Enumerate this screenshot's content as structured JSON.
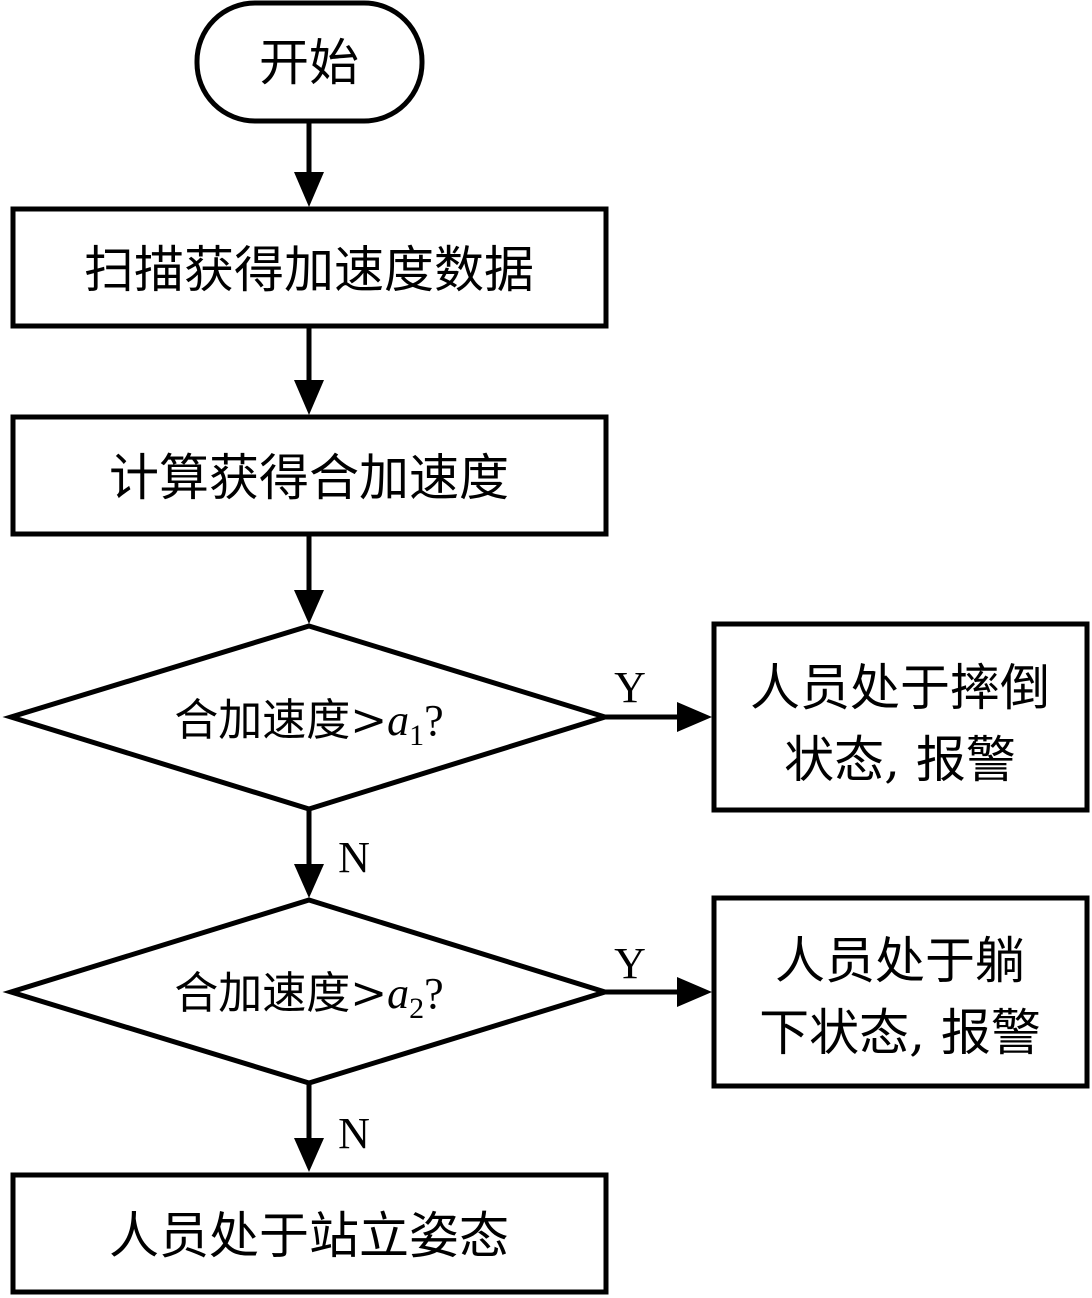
{
  "diagram": {
    "nodes": {
      "start": {
        "text": "开始"
      },
      "scan": {
        "text": "扫描获得加速度数据"
      },
      "compute": {
        "text": "计算获得合加速度"
      },
      "decision1": {
        "prefix": "合加速度>",
        "var": "a",
        "sub": "1",
        "suffix": "?"
      },
      "fall": {
        "line1": "人员处于摔倒",
        "line2": "状态, 报警"
      },
      "decision2": {
        "prefix": "合加速度>",
        "var": "a",
        "sub": "2",
        "suffix": "?"
      },
      "lying": {
        "line1": "人员处于躺",
        "line2": "下状态, 报警"
      },
      "standing": {
        "text": "人员处于站立姿态"
      }
    },
    "edge_labels": {
      "d1_yes": "Y",
      "d1_no": "N",
      "d2_yes": "Y",
      "d2_no": "N"
    },
    "colors": {
      "stroke": "#000000",
      "fill": "#ffffff"
    }
  }
}
